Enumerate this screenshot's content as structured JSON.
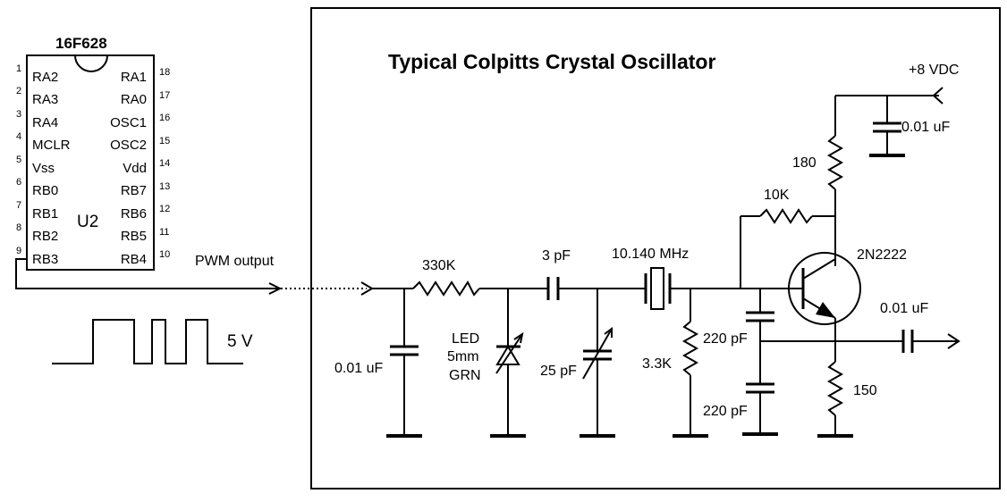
{
  "title": "Typical Colpitts Crystal Oscillator",
  "chip": {
    "name": "16F628",
    "designator": "U2",
    "left_pins": [
      {
        "num": "1",
        "name": "RA2"
      },
      {
        "num": "2",
        "name": "RA3"
      },
      {
        "num": "3",
        "name": "RA4"
      },
      {
        "num": "4",
        "name": "MCLR"
      },
      {
        "num": "5",
        "name": "Vss"
      },
      {
        "num": "6",
        "name": "RB0"
      },
      {
        "num": "7",
        "name": "RB1"
      },
      {
        "num": "8",
        "name": "RB2"
      },
      {
        "num": "9",
        "name": "RB3"
      }
    ],
    "right_pins": [
      {
        "num": "18",
        "name": "RA1"
      },
      {
        "num": "17",
        "name": "RA0"
      },
      {
        "num": "16",
        "name": "OSC1"
      },
      {
        "num": "15",
        "name": "OSC2"
      },
      {
        "num": "14",
        "name": "Vdd"
      },
      {
        "num": "13",
        "name": "RB7"
      },
      {
        "num": "12",
        "name": "RB6"
      },
      {
        "num": "11",
        "name": "RB5"
      },
      {
        "num": "10",
        "name": "RB4"
      }
    ]
  },
  "pwm_label": "PWM output",
  "waveform_label": "5 V",
  "components": {
    "supply": "+8 VDC",
    "c_supply": "0.01 uF",
    "r_collector": "180",
    "r_feedback": "10K",
    "transistor": "2N2222",
    "c_output": "0.01 uF",
    "r_emitter": "150",
    "c_220_top": "220 pF",
    "c_220_bottom": "220 pF",
    "r_base": "3.3K",
    "crystal": "10.140 MHz",
    "c_3pf": "3 pF",
    "c_trim": "25 pF",
    "r_330k": "330K",
    "led_line1": "LED",
    "led_line2": "5mm",
    "led_line3": "GRN",
    "c_input": "0.01 uF"
  }
}
